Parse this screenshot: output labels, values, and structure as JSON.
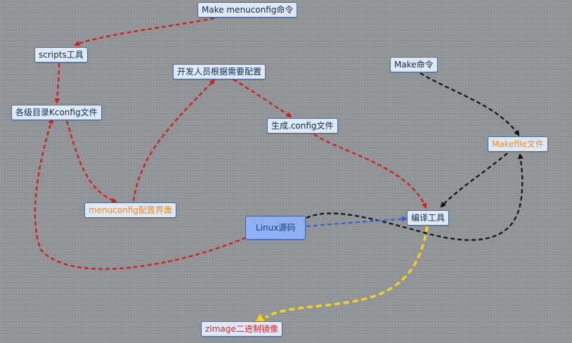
{
  "nodes": {
    "make_menuconfig": "Make menuconfig命令",
    "scripts_tool": "scripts工具",
    "kconfig_files": "各级目录Kconfig文件",
    "developer_config": "开发人员根据需要配置",
    "gen_config": "生成.config文件",
    "menuconfig_ui": "menuconfig配置界面",
    "linux_source": "Linux源码",
    "compile_tool": "编译工具",
    "make_cmd": "Make命令",
    "makefile": "Makefile文件",
    "zimage": "zImage二进制镜像"
  },
  "colors": {
    "red_arrow": "#d0201e",
    "black_arrow": "#111111",
    "blue_arrow": "#2f5fd6",
    "yellow_arrow": "#f2d21c",
    "node_bg": "#dfe9f6",
    "root_bg": "#8fb0f3",
    "orange_text": "#ef8a1e",
    "red_text": "#e0262a"
  }
}
